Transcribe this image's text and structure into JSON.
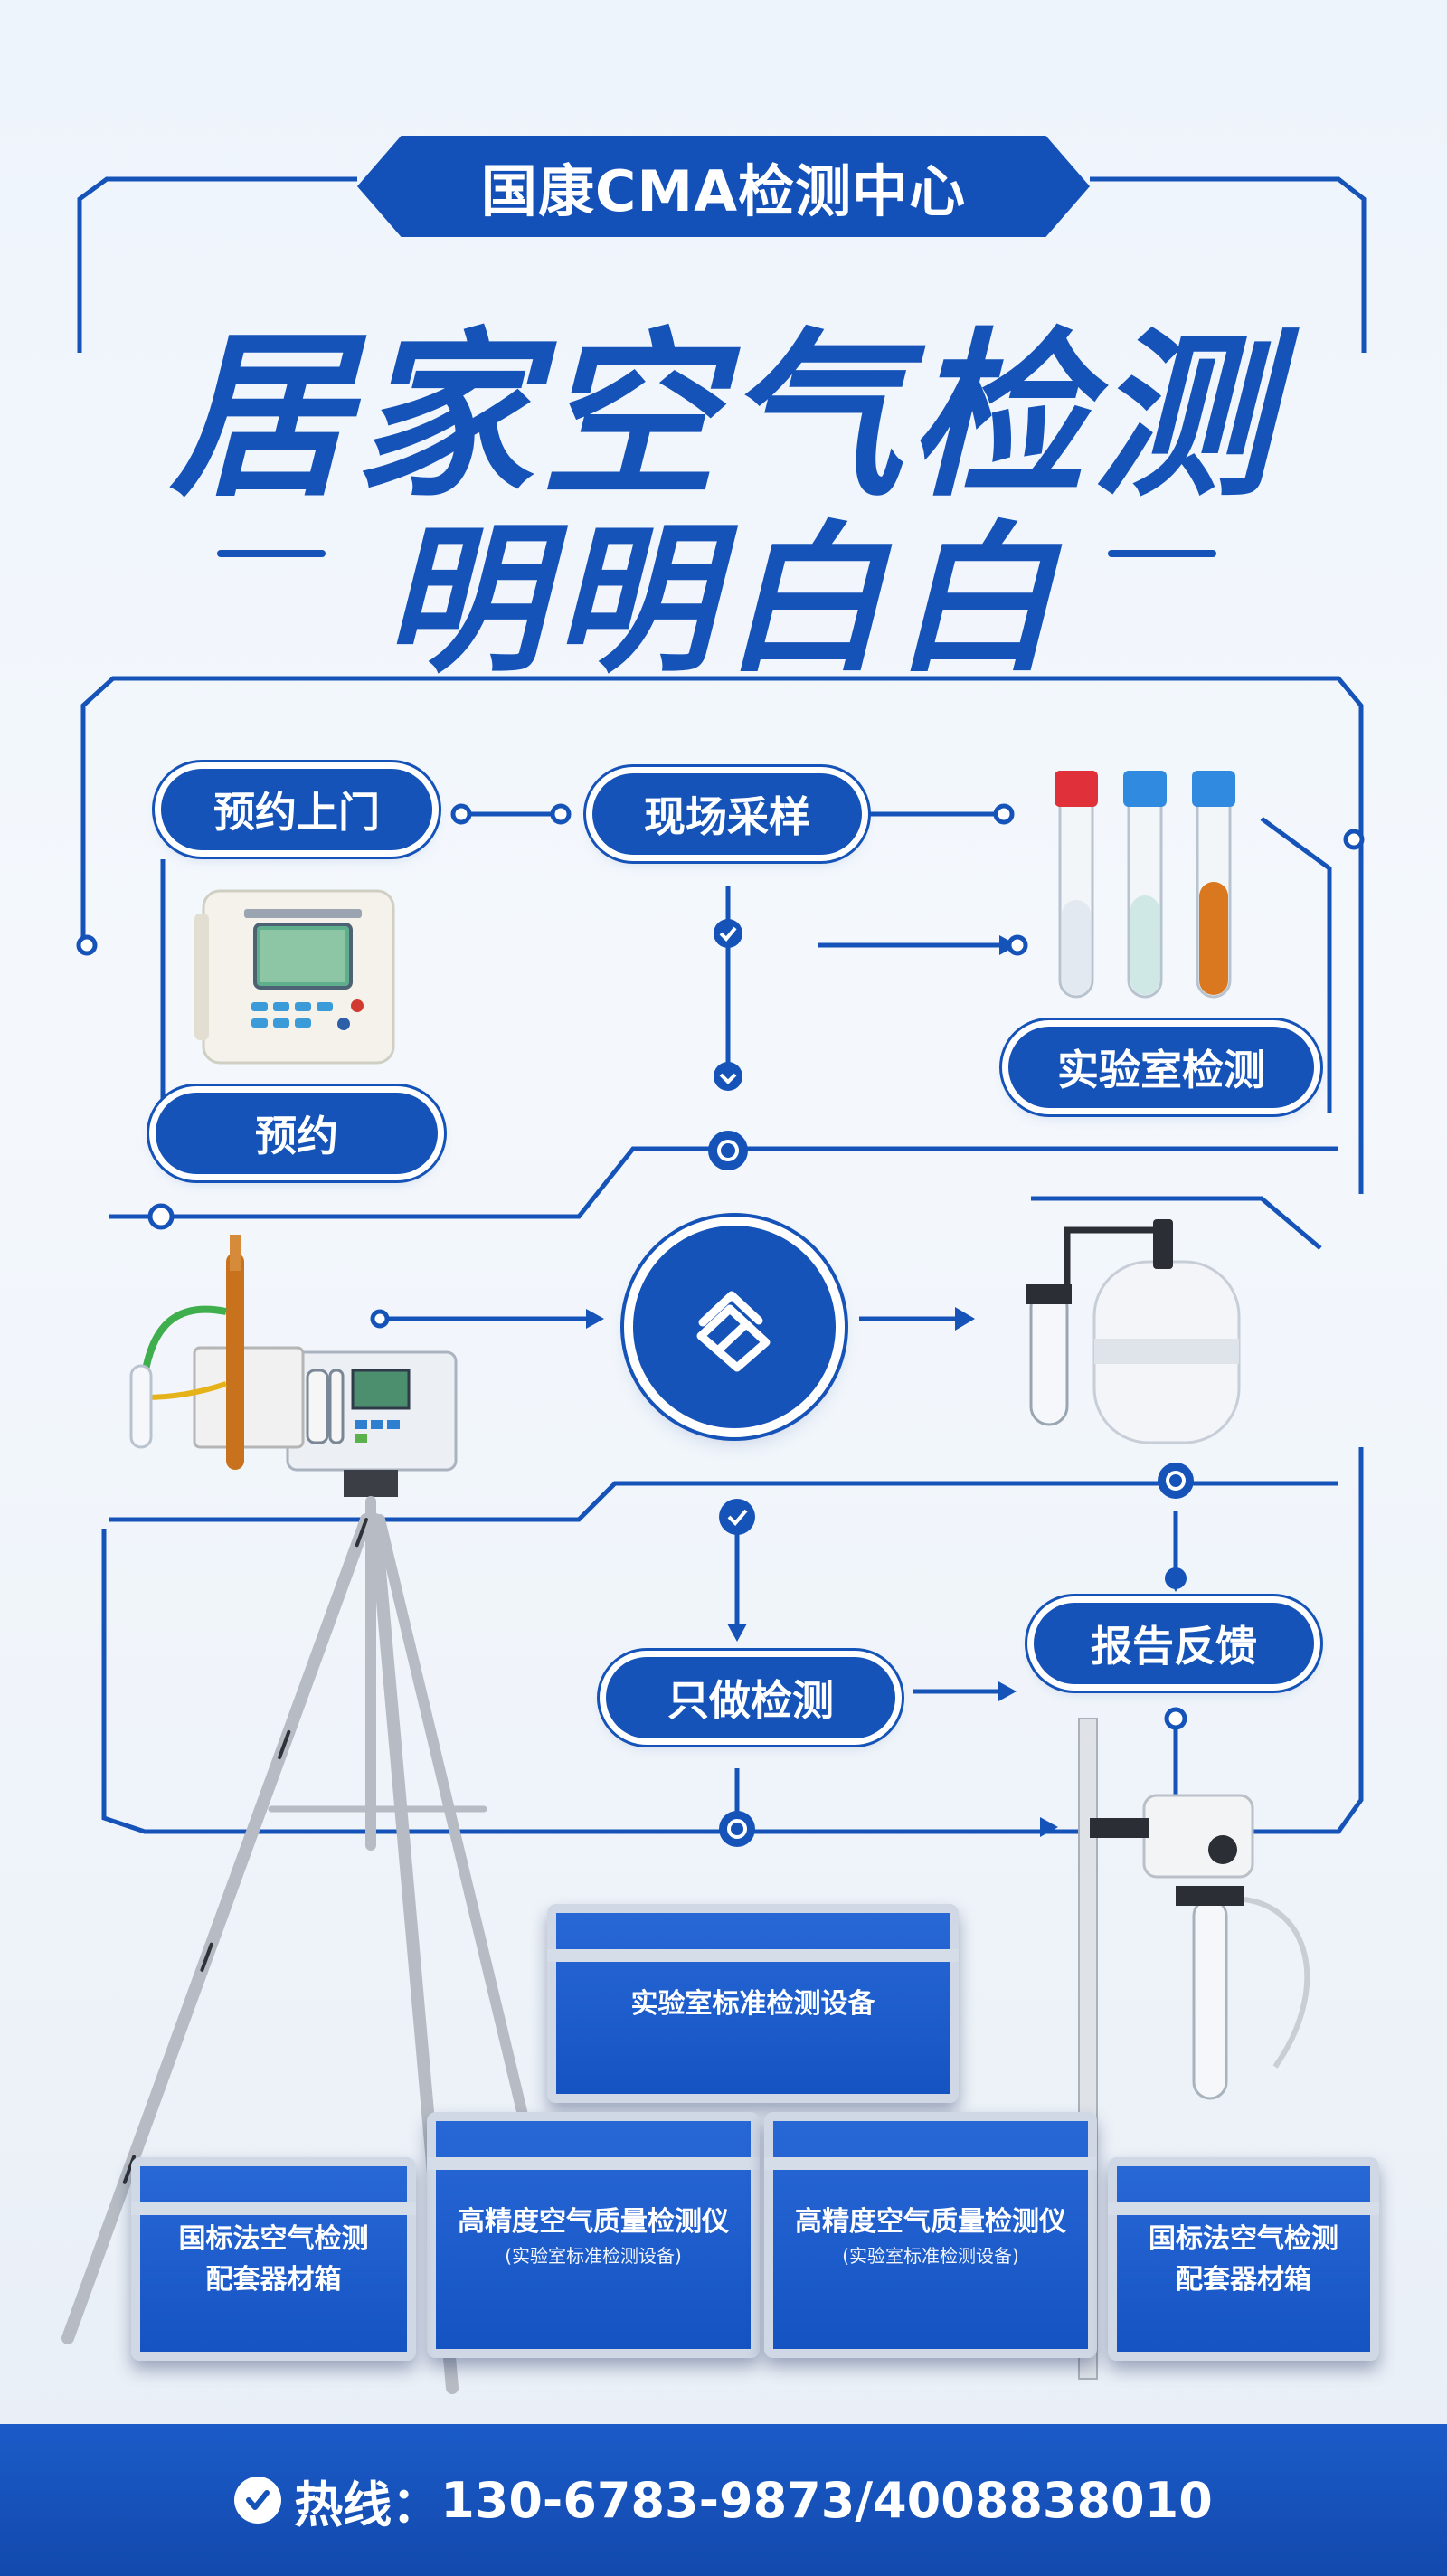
{
  "header": {
    "badge": "国康CMA检测中心",
    "title_line1": "居家空气检测",
    "title_line2": "明明白白"
  },
  "flow": {
    "step1": "预约上门",
    "step2": "现场采样",
    "step3": "实验室检测",
    "step4": "预约",
    "step5": "只做检测",
    "step6": "报告反馈"
  },
  "cases": {
    "top": {
      "line1": "实验室标准检测设备"
    },
    "mid_left": {
      "line1": "高精度空气质量检测仪",
      "line2": "(实验室标准检测设备)"
    },
    "mid_right": {
      "line1": "高精度空气质量检测仪",
      "line2": "(实验室标准检测设备)"
    },
    "bottom_left": {
      "line1": "国标法空气检测",
      "line2": "配套器材箱"
    },
    "bottom_right": {
      "line1": "国标法空气检测",
      "line2": "配套器材箱"
    }
  },
  "footer": {
    "hotline_label": "热线：",
    "phone1": "130-6783-9873",
    "separator": " / ",
    "phone2": "4008838010"
  },
  "colors": {
    "primary": "#1553b8",
    "pill_text": "#ffffff",
    "background": "#eef4fb",
    "test_tube_caps": [
      "#e0303a",
      "#2f8ae0",
      "#2f8ae0"
    ],
    "tube_liquids": [
      "#e9edf3",
      "#cfe8e6",
      "#d9781e"
    ]
  },
  "icons": [
    "check-circle-icon",
    "document-stack-icon",
    "arrow-right-icon",
    "arrow-down-icon"
  ]
}
